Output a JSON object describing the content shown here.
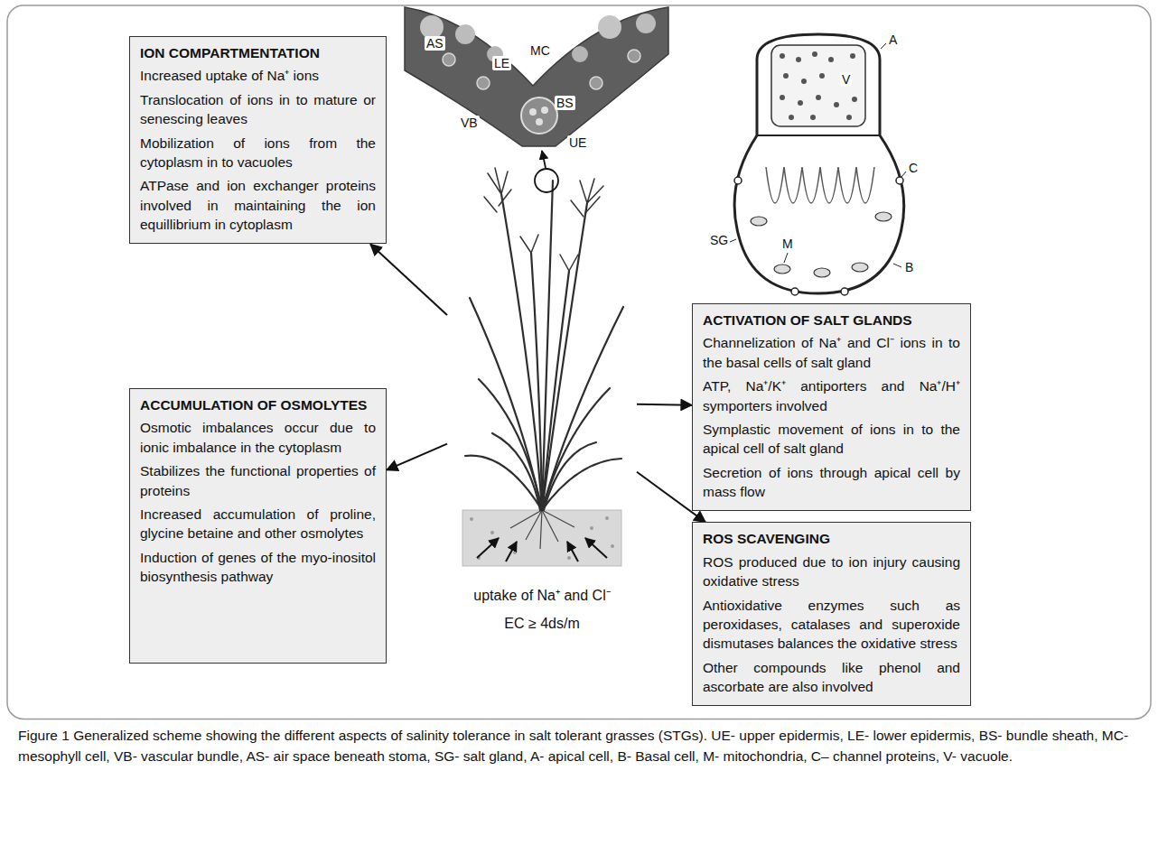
{
  "diagram": {
    "caption": "Figure 1 Generalized scheme showing the different aspects of salinity tolerance in salt tolerant grasses (STGs). UE- upper epidermis, LE- lower epidermis, BS- bundle sheath, MC- mesophyll cell, VB- vascular bundle, AS- air space beneath stoma, SG- salt gland, A- apical cell, B- Basal cell, M- mitochondria, C– channel proteins, V- vacuole.",
    "nodes": [
      {
        "text": [
          "ION COMPARTMENTATION",
          "Increased uptake of Na⁺ ions",
          "Translocation of ions in to mature or senescing leaves",
          "Mobilization of ions from the cytoplasm in to vacuoles",
          "ATPase and ion exchanger proteins involved in maintaining the ion equillibrium in cytoplasm"
        ]
      },
      {
        "text": [
          "ACTIVATION OF SALT GLANDS",
          "Channelization of Na⁺ and Cl⁻ ions in to the basal cells of salt gland",
          "ATP, Na⁺/K⁺ antiporters and Na⁺/H⁺ symporters involved",
          "Symplastic movement of ions in to the apical cell of salt gland",
          "Secretion of ions through apical cell by mass flow"
        ]
      },
      {
        "text": [
          "uptake of Na⁺ and Cl⁻",
          "EC ≥ 4ds/m"
        ]
      },
      {
        "text": [
          "ACCUMULATION OF OSMOLYTES",
          "Osmotic imbalances occur due to ionic imbalance in the cytoplasm",
          "Stabilizes the functional properties of proteins",
          "Increased accumulation of proline, glycine betaine and other osmolytes",
          "Induction of genes of the myo-inositol biosynthesis pathway"
        ]
      },
      {
        "text": [
          "ROS SCAVENGING",
          "ROS produced due to ion injury causing oxidative stress",
          "Antioxidative enzymes such as peroxidases, catalases and superoxide dismutases balances the oxidative stress",
          "Other compounds like phenol and ascorbate are also involved"
        ]
      }
    ],
    "edges": [
      {
        "from": 2,
        "to": 0,
        "arrow": "to"
      },
      {
        "from": 2,
        "to": 1,
        "arrow": "to"
      },
      {
        "from": 2,
        "to": 3,
        "arrow": "to"
      },
      {
        "from": 2,
        "to": 4,
        "arrow": "to"
      }
    ],
    "labels": [
      "AS",
      "LE",
      "MC",
      "BS",
      "VB",
      "UE",
      "A",
      "V",
      "C",
      "SG",
      "M",
      "B"
    ]
  }
}
